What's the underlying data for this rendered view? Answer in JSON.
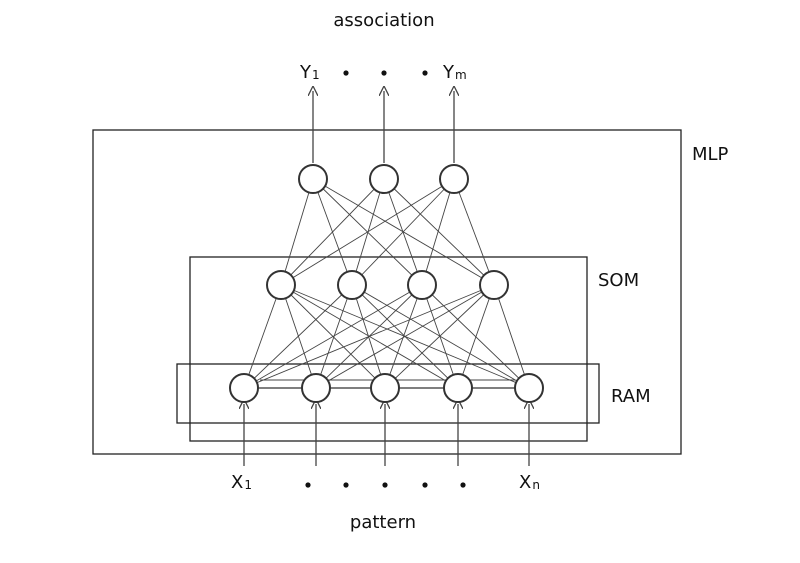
{
  "labels": {
    "top": "association",
    "bottom": "pattern",
    "mlp": "MLP",
    "som": "SOM",
    "ram": "RAM"
  },
  "outputs": {
    "first": {
      "base": "Y",
      "sub": "1"
    },
    "last": {
      "base": "Y",
      "sub": "m"
    }
  },
  "inputs": {
    "first": {
      "base": "X",
      "sub": "1"
    },
    "last": {
      "base": "X",
      "sub": "n"
    }
  }
}
